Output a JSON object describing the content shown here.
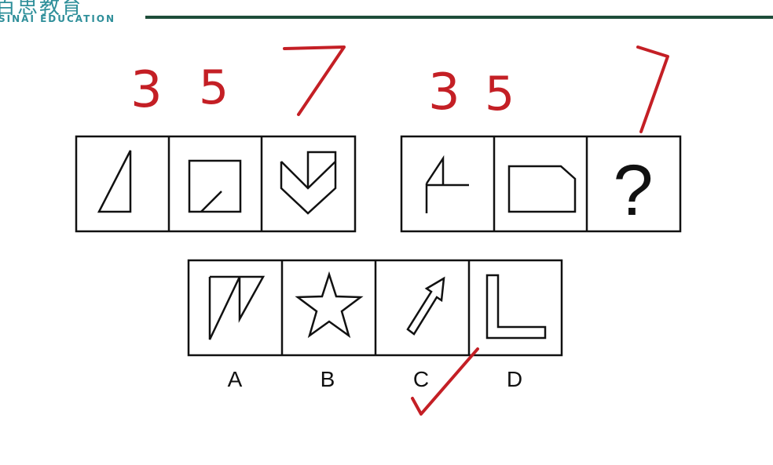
{
  "logo": {
    "name_cn": "百思教育",
    "name_en": "SINAI EDUCATION"
  },
  "annotations": {
    "group1_counts": [
      "3",
      "5",
      "7"
    ],
    "group2_counts": [
      "3",
      "5",
      "7"
    ]
  },
  "question_mark": "?",
  "options": [
    {
      "label": "A"
    },
    {
      "label": "B"
    },
    {
      "label": "C"
    },
    {
      "label": "D"
    }
  ],
  "colors": {
    "ink": "#111111",
    "annotation": "#c41f25",
    "brand": "#2f8f9a",
    "rule": "#1e4d3a"
  }
}
